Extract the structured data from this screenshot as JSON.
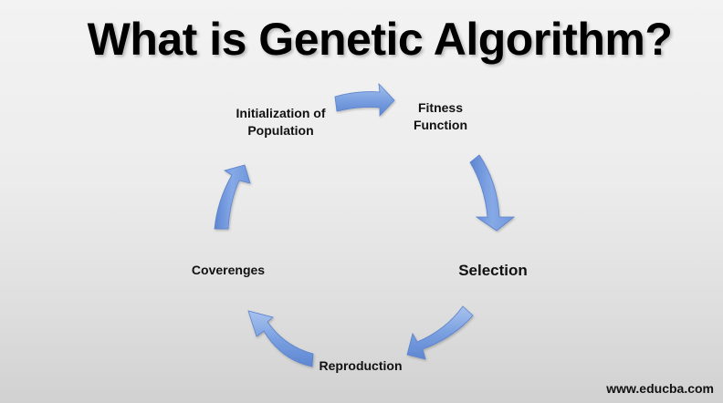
{
  "title": "What is Genetic Algorithm?",
  "cycle": {
    "nodes": [
      {
        "id": "init",
        "lines": [
          "Initialization of",
          "Population"
        ]
      },
      {
        "id": "fitness",
        "lines": [
          "Fitness",
          "Function"
        ]
      },
      {
        "id": "selection",
        "lines": [
          "Selection"
        ]
      },
      {
        "id": "reproduction",
        "lines": [
          "Reproduction"
        ]
      },
      {
        "id": "convergence",
        "lines": [
          "Coverenges"
        ]
      }
    ],
    "arrows": [
      {
        "from": "Initialization of Population",
        "to": "Fitness Function",
        "icon": "curved-arrow-right-icon"
      },
      {
        "from": "Fitness Function",
        "to": "Selection",
        "icon": "curved-arrow-down-icon"
      },
      {
        "from": "Selection",
        "to": "Reproduction",
        "icon": "curved-arrow-down-left-icon"
      },
      {
        "from": "Reproduction",
        "to": "Coverenges",
        "icon": "curved-arrow-up-left-icon"
      },
      {
        "from": "Coverenges",
        "to": "Initialization of Population",
        "icon": "curved-arrow-up-icon"
      }
    ],
    "arrow_color": "#6f97dc",
    "arrow_highlight": "#a9c2ee",
    "arrow_edge": "#4f78c4"
  },
  "footer": {
    "watermark": "www.educba.com"
  },
  "colors": {
    "background_top": "#f3f3f3",
    "background_bottom": "#d2d1d2",
    "text": "#000000"
  }
}
